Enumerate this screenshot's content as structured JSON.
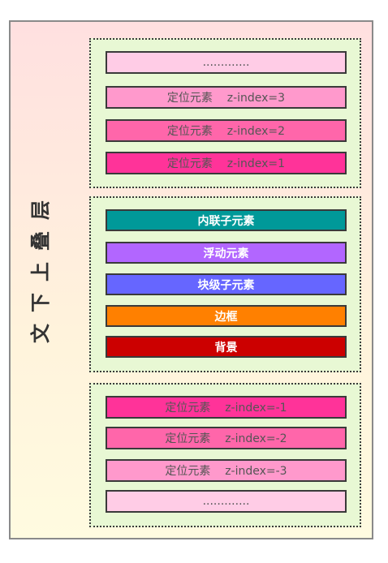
{
  "side_title": [
    "层",
    "叠",
    "上",
    "下",
    "文"
  ],
  "top_group": [
    {
      "label": ".............",
      "color": "#ffcce6"
    },
    {
      "label": "定位元素    z-index=3",
      "color": "#ff99cc"
    },
    {
      "label": "定位元素    z-index=2",
      "color": "#ff66aa"
    },
    {
      "label": "定位元素    z-index=1",
      "color": "#ff3399"
    }
  ],
  "middle_group": [
    {
      "label": "内联子元素",
      "color": "#009999"
    },
    {
      "label": "浮动元素",
      "color": "#b266ff"
    },
    {
      "label": "块级子元素",
      "color": "#6666ff"
    },
    {
      "label": "边框",
      "color": "#ff8000"
    },
    {
      "label": "背景",
      "color": "#cc0000"
    }
  ],
  "bottom_group": [
    {
      "label": "定位元素    z-index=-1",
      "color": "#ff3399"
    },
    {
      "label": "定位元素    z-index=-2",
      "color": "#ff66aa"
    },
    {
      "label": "定位元素    z-index=-3",
      "color": "#ff99cc"
    },
    {
      "label": ".............",
      "color": "#ffcce6"
    }
  ]
}
